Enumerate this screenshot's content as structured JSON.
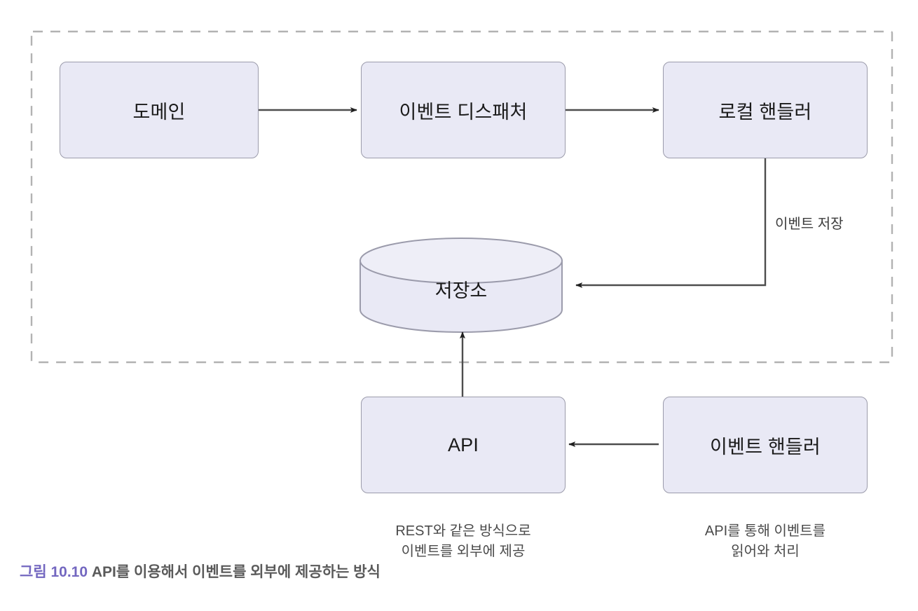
{
  "figure": {
    "caption_number": "그림 10.10",
    "caption_text": "API를 이용해서 이벤트를 외부에 제공하는 방식",
    "boundary_style": "dashed",
    "colors": {
      "node_fill": "#e9e9f5",
      "node_stroke": "#9b9bab",
      "connector": "#4d4d4d",
      "boundary": "#b0b0b0",
      "caption_accent": "#7367c0",
      "caption_text": "#5a5a5a"
    }
  },
  "nodes": {
    "domain": {
      "label": "도메인"
    },
    "event_dispatcher": {
      "label": "이벤트 디스패처"
    },
    "local_handler": {
      "label": "로컬 핸들러"
    },
    "storage": {
      "label": "저장소",
      "shape": "cylinder"
    },
    "api": {
      "label": "API"
    },
    "event_handler": {
      "label": "이벤트 핸들러"
    }
  },
  "edge_labels": {
    "store_event": "이벤트 저장"
  },
  "notes": {
    "api_note": "REST와 같은 방식으로\n이벤트를 외부에 제공",
    "handler_note": "API를 통해 이벤트를\n읽어와 처리"
  }
}
